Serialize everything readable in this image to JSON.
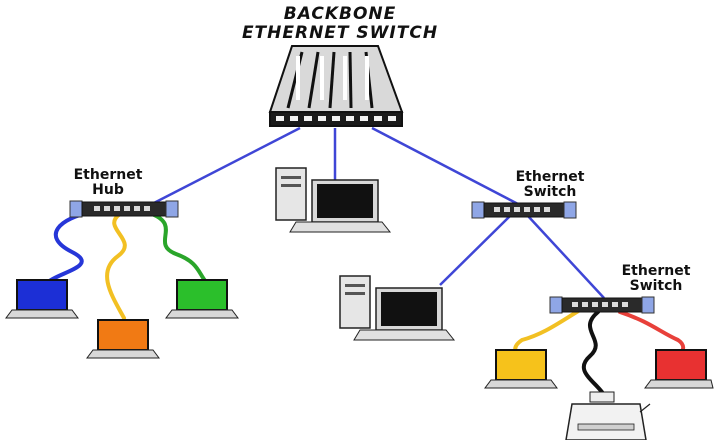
{
  "title": {
    "line1": "BACKBONE",
    "line2": "ETHERNET SWITCH"
  },
  "labels": {
    "hub_line1": "Ethernet",
    "hub_line2": "Hub",
    "switch1_line1": "Ethernet",
    "switch1_line2": "Switch",
    "switch2_line1": "Ethernet",
    "switch2_line2": "Switch"
  },
  "colors": {
    "link_blue": "#3f46d6",
    "cable_blue": "#2636d8",
    "cable_yellow": "#f2c023",
    "cable_green": "#2aa52a",
    "cable_red": "#e8403a",
    "cable_black": "#111111",
    "screen_blue": "#1c2fd6",
    "screen_orange": "#f17a14",
    "screen_green": "#2bbf2b",
    "screen_yellow": "#f6c21b",
    "screen_red": "#e83131",
    "device_end_blue": "#8fa6e6"
  }
}
